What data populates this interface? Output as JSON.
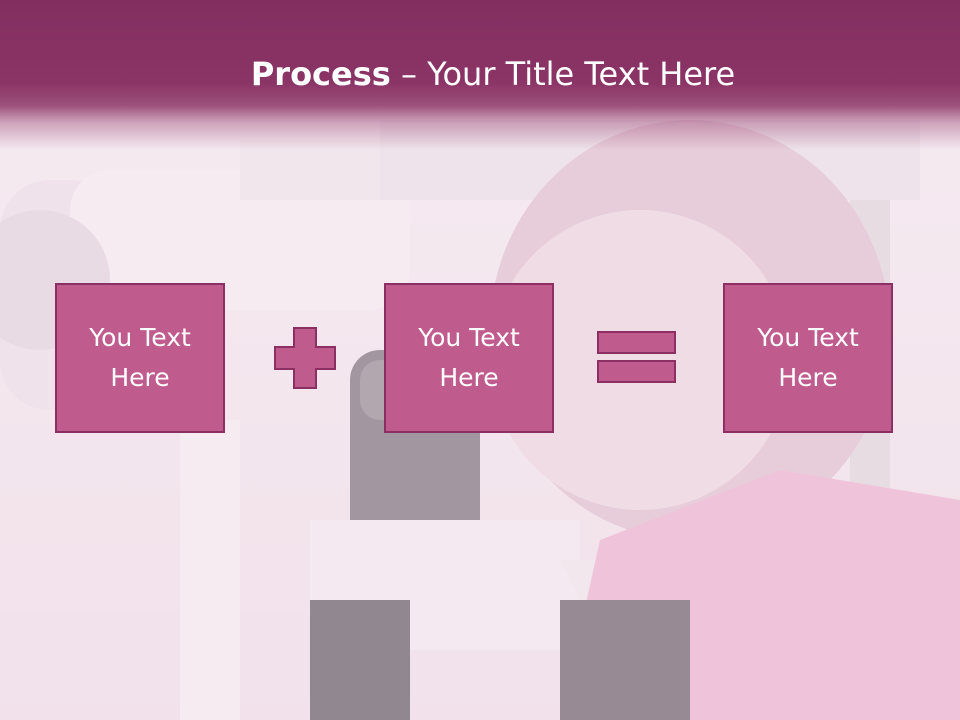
{
  "slide": {
    "title_bold": "Process",
    "title_rest": " – Your Title Text Here"
  },
  "process": {
    "boxes": [
      {
        "line1": "You Text",
        "line2": "Here"
      },
      {
        "line1": "You Text",
        "line2": "Here"
      },
      {
        "line1": "You Text",
        "line2": "Here"
      }
    ],
    "operators": [
      "plus-icon",
      "equals-icon"
    ]
  },
  "colors": {
    "title_band": "#8b3466",
    "box_fill": "#c05b8d",
    "box_border": "#8c2f62",
    "text": "#ffffff"
  }
}
